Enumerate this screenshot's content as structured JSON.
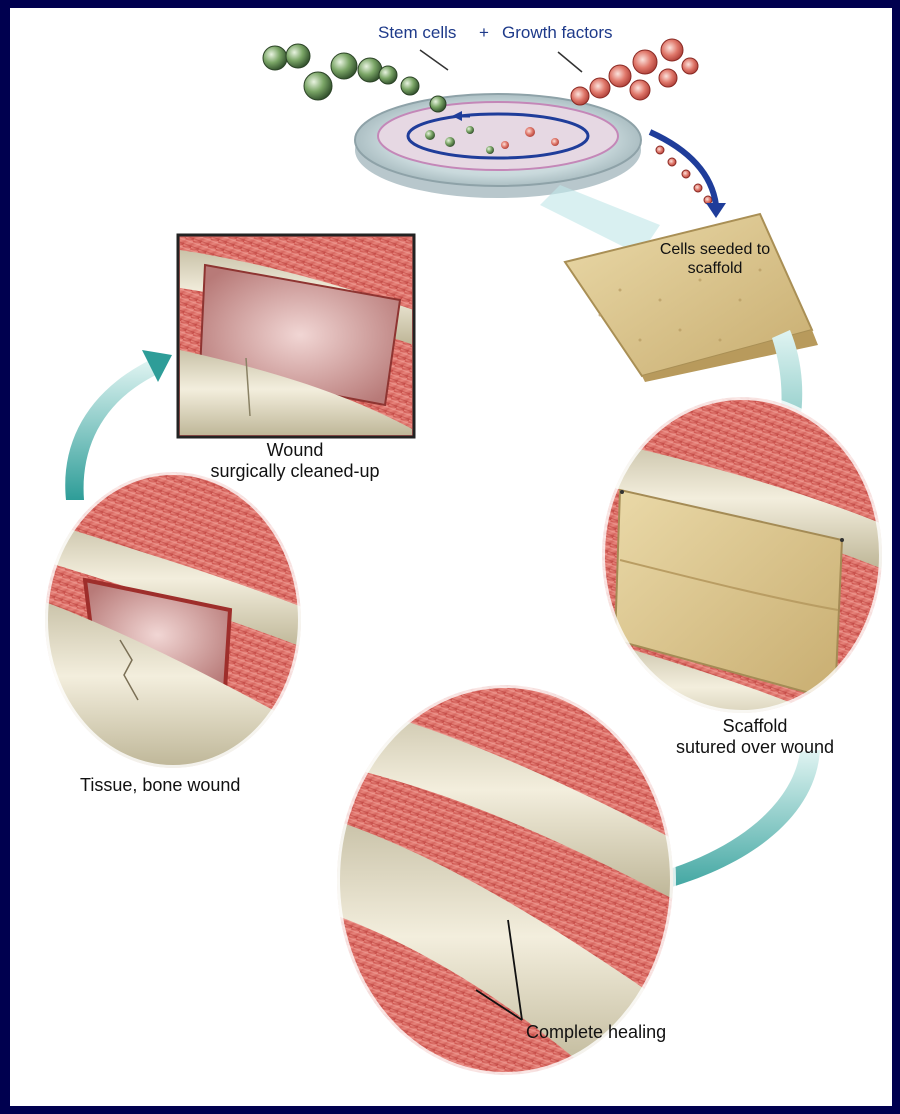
{
  "labels": {
    "stem_cells": "Stem cells",
    "plus": "+",
    "growth_factors": "Growth factors",
    "cells_seeded": [
      "Cells seeded to",
      "scaffold"
    ],
    "wound_cleaned": [
      "Wound",
      "surgically cleaned-up"
    ],
    "tissue_wound": "Tissue, bone wound",
    "scaffold_sutured": [
      "Scaffold",
      "sutured over wound"
    ],
    "complete_healing": "Complete healing"
  },
  "colors": {
    "background": "#00004f",
    "panel": "#ffffff",
    "muscle": "#d9605a",
    "bone": "#e8e2cc",
    "scaffold": "#e3cf9a",
    "arrow": "#3aa9a4",
    "dish_arrow": "#1f3d9a",
    "green_cell": "#6f9b5a",
    "red_cell": "#d4584c"
  }
}
